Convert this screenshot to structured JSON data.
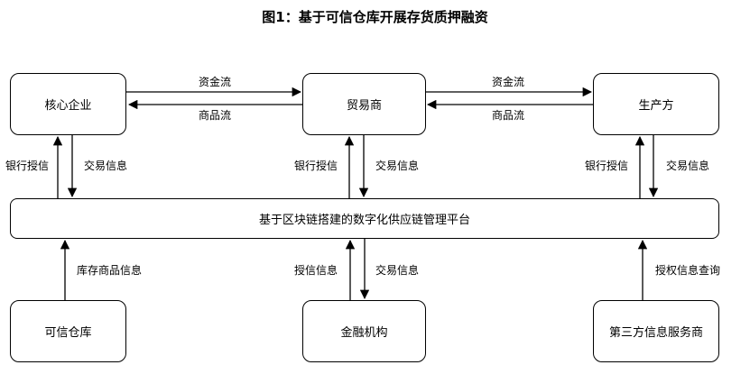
{
  "title": "图1：基于可信仓库开展存货质押融资",
  "nodes": {
    "core_enterprise": "核心企业",
    "trader": "贸易商",
    "producer": "生产方",
    "platform": "基于区块链搭建的数字化供应链管理平台",
    "warehouse": "可信仓库",
    "financial_institution": "金融机构",
    "third_party": "第三方信息服务商"
  },
  "edges": {
    "capital_flow_1": "资金流",
    "goods_flow_1": "商品流",
    "capital_flow_2": "资金流",
    "goods_flow_2": "商品流",
    "bank_credit_core": "银行授信",
    "trade_info_core": "交易信息",
    "bank_credit_trader": "银行授信",
    "trade_info_trader": "交易信息",
    "bank_credit_producer": "银行授信",
    "trade_info_producer": "交易信息",
    "inventory_info": "库存商品信息",
    "credit_info": "授信信息",
    "trade_info_finance": "交易信息",
    "credit_query": "授权信息查询"
  }
}
